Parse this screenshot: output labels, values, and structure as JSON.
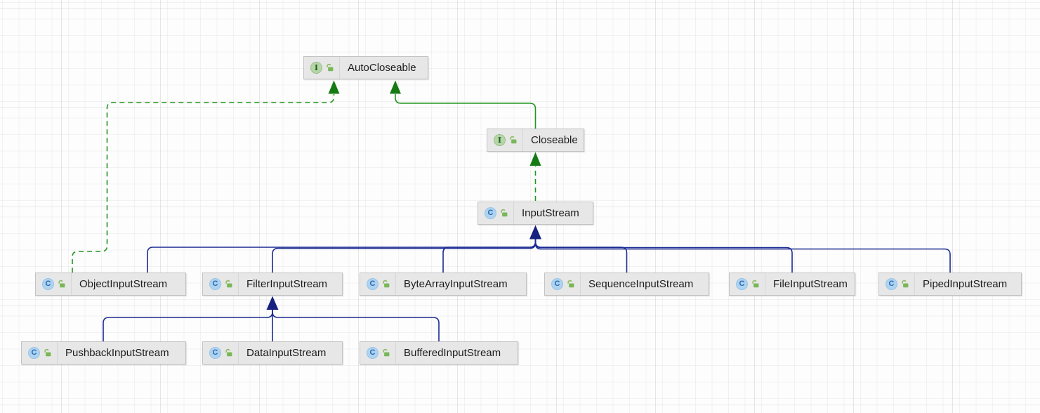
{
  "diagram": {
    "nodes": [
      {
        "id": "AutoCloseable",
        "label": "AutoCloseable",
        "kind": "interface"
      },
      {
        "id": "Closeable",
        "label": "Closeable",
        "kind": "interface"
      },
      {
        "id": "InputStream",
        "label": "InputStream",
        "kind": "class"
      },
      {
        "id": "ObjectInputStream",
        "label": "ObjectInputStream",
        "kind": "class"
      },
      {
        "id": "FilterInputStream",
        "label": "FilterInputStream",
        "kind": "class"
      },
      {
        "id": "ByteArrayInputStream",
        "label": "ByteArrayInputStream",
        "kind": "class"
      },
      {
        "id": "SequenceInputStream",
        "label": "SequenceInputStream",
        "kind": "class"
      },
      {
        "id": "FileInputStream",
        "label": "FileInputStream",
        "kind": "class"
      },
      {
        "id": "PipedInputStream",
        "label": "PipedInputStream",
        "kind": "class"
      },
      {
        "id": "PushbackInputStream",
        "label": "PushbackInputStream",
        "kind": "class"
      },
      {
        "id": "DataInputStream",
        "label": "DataInputStream",
        "kind": "class"
      },
      {
        "id": "BufferedInputStream",
        "label": "BufferedInputStream",
        "kind": "class"
      }
    ],
    "edges": [
      {
        "from": "Closeable",
        "to": "AutoCloseable",
        "type": "extends-interface",
        "line": "solid-green"
      },
      {
        "from": "ObjectInputStream",
        "to": "AutoCloseable",
        "type": "implements",
        "line": "dashed-green"
      },
      {
        "from": "InputStream",
        "to": "Closeable",
        "type": "implements",
        "line": "dashed-green"
      },
      {
        "from": "ObjectInputStream",
        "to": "InputStream",
        "type": "extends",
        "line": "solid-blue"
      },
      {
        "from": "FilterInputStream",
        "to": "InputStream",
        "type": "extends",
        "line": "solid-blue"
      },
      {
        "from": "ByteArrayInputStream",
        "to": "InputStream",
        "type": "extends",
        "line": "solid-blue"
      },
      {
        "from": "SequenceInputStream",
        "to": "InputStream",
        "type": "extends",
        "line": "solid-blue"
      },
      {
        "from": "FileInputStream",
        "to": "InputStream",
        "type": "extends",
        "line": "solid-blue"
      },
      {
        "from": "PipedInputStream",
        "to": "InputStream",
        "type": "extends",
        "line": "solid-blue"
      },
      {
        "from": "PushbackInputStream",
        "to": "FilterInputStream",
        "type": "extends",
        "line": "solid-blue"
      },
      {
        "from": "DataInputStream",
        "to": "FilterInputStream",
        "type": "extends",
        "line": "solid-blue"
      },
      {
        "from": "BufferedInputStream",
        "to": "FilterInputStream",
        "type": "extends",
        "line": "solid-blue"
      }
    ]
  },
  "icons": {
    "interface_letter": "I",
    "class_letter": "C",
    "lock_icon": "unlocked-padlock"
  },
  "colors": {
    "interface_edge_green": "#21951f",
    "class_edge_blue": "#1b2b94",
    "node_fill": "#e7e7e7",
    "node_border": "#c2c2c2",
    "interface_badge": "#b5d6a6",
    "class_badge": "#aed3f1"
  }
}
